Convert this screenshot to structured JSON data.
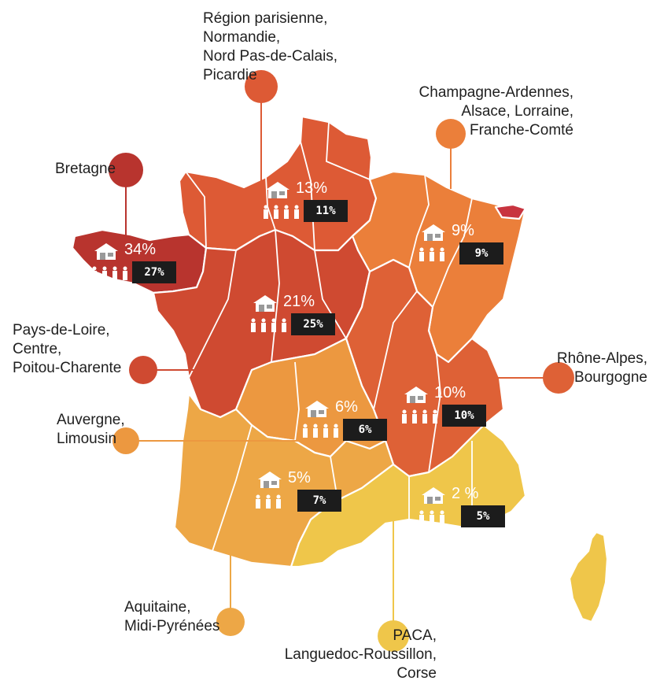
{
  "regions": [
    {
      "id": "bretagne",
      "label": "Bretagne",
      "pct_housing": "34%",
      "pct_people": "27%",
      "color": "#B8342E"
    },
    {
      "id": "nord",
      "label": "Région parisienne,\nNormandie,\nNord Pas-de-Calais,\nPicardie",
      "pct_housing": "13%",
      "pct_people": "11%",
      "color": "#DD5A35"
    },
    {
      "id": "est",
      "label": "Champagne-Ardennes,\nAlsace, Lorraine,\nFranche-Comté",
      "pct_housing": "9%",
      "pct_people": "9%",
      "color": "#EB7F3A"
    },
    {
      "id": "ouest",
      "label": "Pays-de-Loire,\nCentre,\nPoitou-Charente",
      "pct_housing": "21%",
      "pct_people": "25%",
      "color": "#CF4A31"
    },
    {
      "id": "rhone",
      "label": "Rhône-Alpes,\nBourgogne",
      "pct_housing": "10%",
      "pct_people": "10%",
      "color": "#DE6136"
    },
    {
      "id": "auvergne",
      "label": "Auvergne,\nLimousin",
      "pct_housing": "6%",
      "pct_people": "6%",
      "color": "#EC9840"
    },
    {
      "id": "aquitaine",
      "label": "Aquitaine,\nMidi-Pyrénées",
      "pct_housing": "5%",
      "pct_people": "7%",
      "color": "#EDA746"
    },
    {
      "id": "paca",
      "label": "PACA,\nLanguedoc-Roussillon,\nCorse",
      "pct_housing": "2 %",
      "pct_people": "5%",
      "color": "#EFC64A"
    }
  ],
  "icons": {
    "housing": "house-icon",
    "people": "people-icon"
  }
}
